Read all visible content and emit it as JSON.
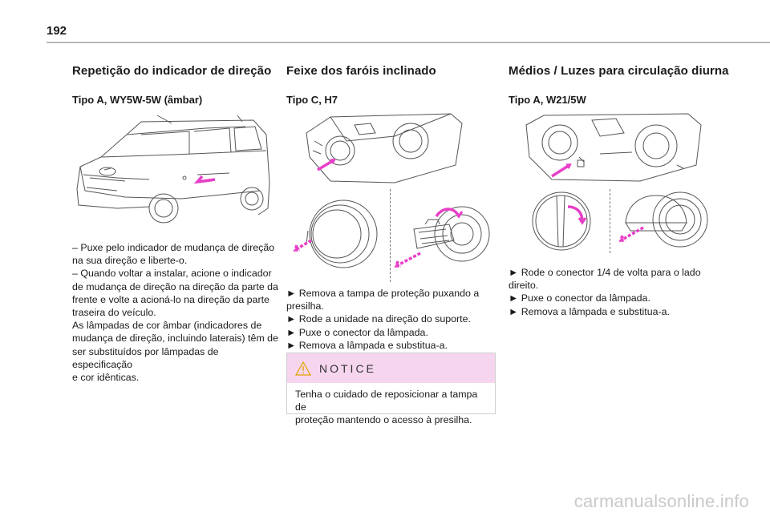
{
  "page": {
    "number": "192"
  },
  "col1": {
    "title": "Repetição do indicador de direção",
    "subtitle": "Tipo A, WY5W-5W (âmbar)",
    "lines": [
      "– Puxe pelo indicador de mudança de direção",
      "na sua direção e liberte-o.",
      "– Quando voltar a instalar, acione o indicador",
      "de mudança de direção na direção da parte da",
      "frente e volte a acioná-lo na direção da parte",
      "traseira do veículo.",
      "As lâmpadas de cor âmbar (indicadores de",
      "mudança de direção, incluindo laterais) têm de",
      "ser substituídos por lâmpadas de especificação",
      "e cor idênticas."
    ]
  },
  "col2": {
    "title": "Feixe dos faróis inclinado",
    "subtitle": "Tipo C, H7",
    "lines": [
      "► Remova a tampa de proteção puxando a",
      "presilha.",
      "► Rode a unidade na direção do suporte.",
      "► Puxe o conector da lâmpada.",
      "► Remova a lâmpada e substitua-a."
    ],
    "notice": {
      "title": "NOTICE",
      "lines": [
        "Tenha o cuidado de reposicionar a tampa de",
        "proteção mantendo o acesso à presilha."
      ]
    }
  },
  "col3": {
    "title": "Médios / Luzes para circulação diurna",
    "subtitle": "Tipo A, W21/5W",
    "lines": [
      "► Rode o conector 1/4 de volta para o lado",
      "direito.",
      "► Puxe o conector da lâmpada.",
      "► Remova a lâmpada e substitua-a."
    ]
  },
  "footer": {
    "watermark": "carmanualsonline.info"
  },
  "colors": {
    "accent": "#e83fc8",
    "notice_bg": "#f6d5ef",
    "line": "#555555"
  }
}
